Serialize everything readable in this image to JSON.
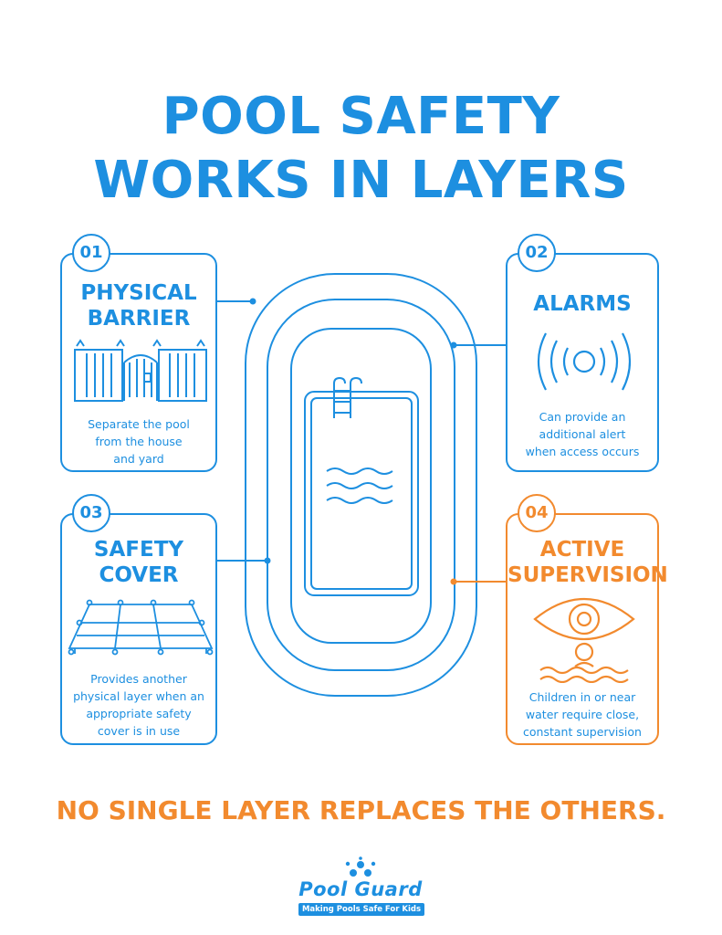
{
  "title": {
    "line1": "POOL SAFETY",
    "line2": "WORKS IN LAYERS"
  },
  "colors": {
    "blue": "#1d8fe0",
    "orange": "#f28a2e"
  },
  "layers": [
    {
      "number": "01",
      "title_lines": [
        "PHYSICAL",
        "BARRIER"
      ],
      "description_lines": [
        "Separate the pool",
        "from the house",
        "and yard"
      ],
      "icon": "fence-gate-icon"
    },
    {
      "number": "02",
      "title_lines": [
        "ALARMS"
      ],
      "description_lines": [
        "Can provide an",
        "additional alert",
        "when access occurs"
      ],
      "icon": "alarm-waves-icon"
    },
    {
      "number": "03",
      "title_lines": [
        "SAFETY",
        "COVER"
      ],
      "description_lines": [
        "Provides another",
        "physical layer when an",
        "appropriate safety",
        "cover is in use"
      ],
      "icon": "safety-cover-icon"
    },
    {
      "number": "04",
      "title_lines": [
        "ACTIVE",
        "SUPERVISION"
      ],
      "description_lines": [
        "Children in or near",
        "water require close,",
        "constant supervision"
      ],
      "icon": "eye-supervision-icon"
    }
  ],
  "center_icon": "pool-ladder-icon",
  "tagline": "NO SINGLE LAYER REPLACES THE OTHERS.",
  "brand": {
    "name": "Pool Guard",
    "tagline": "Making Pools Safe For Kids",
    "icon": "splash-logo-icon"
  }
}
